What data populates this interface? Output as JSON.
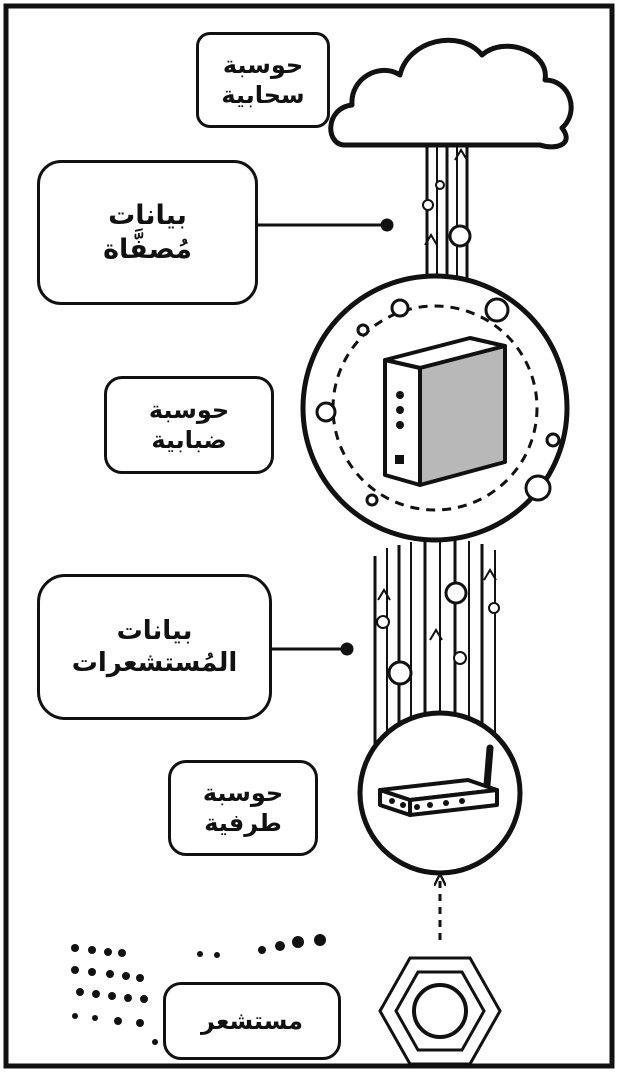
{
  "labels": {
    "cloud_computing": {
      "line1": "حوسبة",
      "line2": "سحابية"
    },
    "filtered_data": {
      "line1": "بيانات",
      "line2": "مُصفَّاة"
    },
    "fog_computing": {
      "line1": "حوسبة",
      "line2": "ضبابية"
    },
    "sensor_data": {
      "line1": "بيانات",
      "line2": "المُستشعرات"
    },
    "edge_computing": {
      "line1": "حوسبة",
      "line2": "طرفية"
    },
    "sensor": {
      "line1": "مستشعر"
    }
  },
  "icons": [
    "cloud-icon",
    "server-icon",
    "router-icon",
    "hex-sensor-icon"
  ],
  "colors": {
    "stroke": "#111111",
    "background": "#ffffff",
    "server_face": "#b8b8b8"
  }
}
